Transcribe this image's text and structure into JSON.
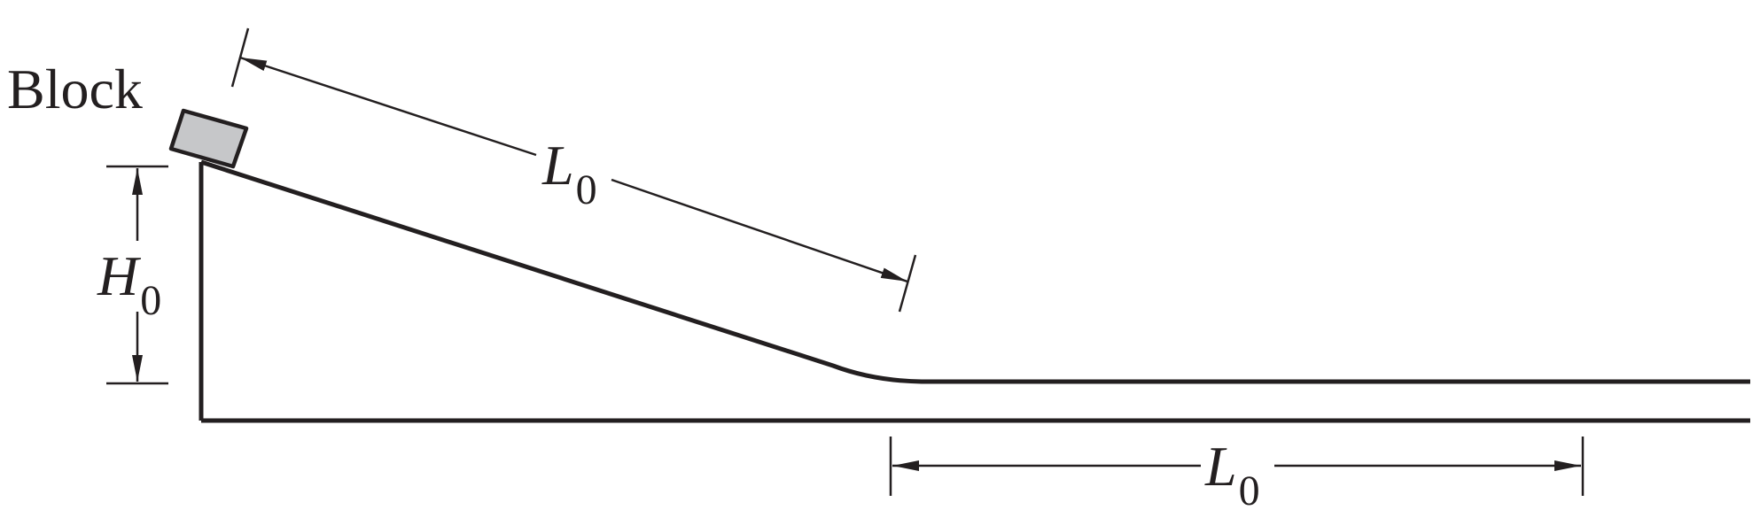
{
  "block": {
    "label": "Block",
    "fill_color": "#c6c7c9"
  },
  "height_dimension": {
    "symbol": "H",
    "subscript": "0"
  },
  "incline_length_dimension": {
    "symbol": "L",
    "subscript": "0"
  },
  "flat_length_dimension": {
    "symbol": "L",
    "subscript": "0"
  },
  "colors": {
    "stroke": "#231f20",
    "background": "#ffffff"
  }
}
